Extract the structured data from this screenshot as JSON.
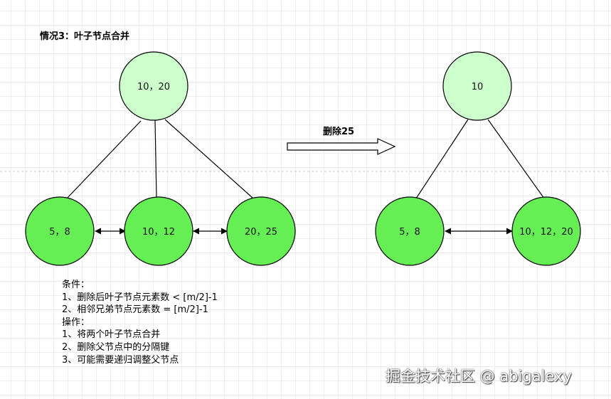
{
  "title": "情况3：叶子节点合并",
  "operation_label": "删除25",
  "before_tree": {
    "root": "10，20",
    "leaves": [
      "5，8",
      "10，12",
      "20，25"
    ]
  },
  "after_tree": {
    "root": "10",
    "leaves": [
      "5，8",
      "10，12，20"
    ]
  },
  "notes": [
    "条件：",
    "1、删除后叶子节点元素数 < [m/2]-1",
    "2、相邻兄弟节点元素数 = [m/2]-1",
    "操作：",
    "1、将两个叶子节点合并",
    "2、删除父节点中的分隔键",
    "3、可能需要递归调整父节点"
  ],
  "watermark": "掘金技术社区 @ abigalexy",
  "colors": {
    "root_fill": "#ccffcc",
    "leaf_fill": "#66ee55",
    "stroke": "#000000"
  }
}
